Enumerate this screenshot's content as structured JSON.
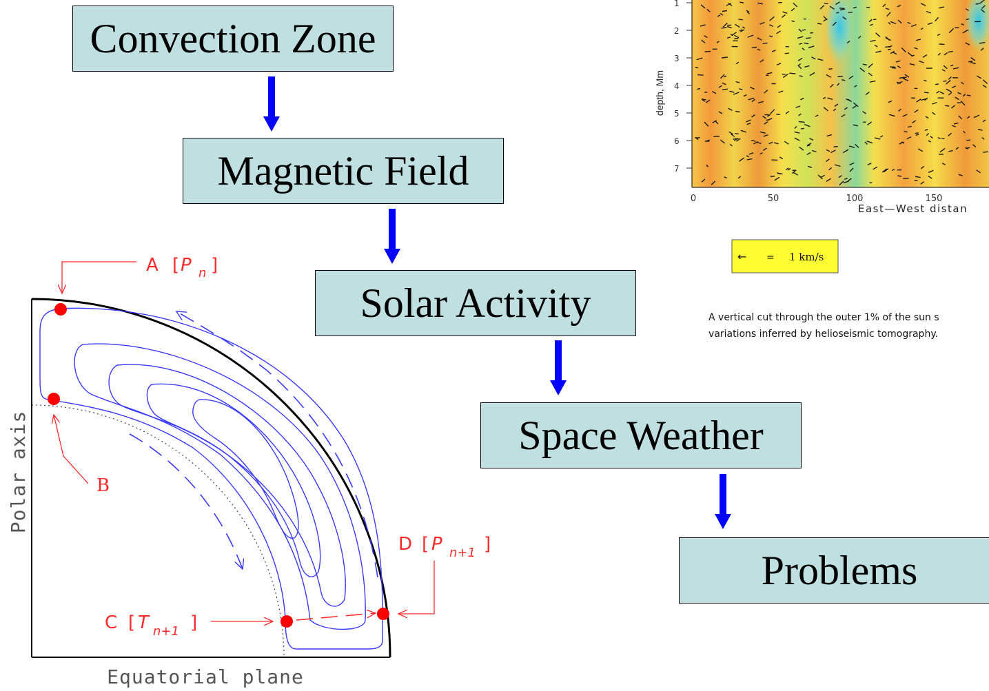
{
  "flow": {
    "boxes": [
      "Convection Zone",
      "Magnetic Field",
      "Solar Activity",
      "Space Weather",
      "Problems"
    ]
  },
  "meridional_diagram": {
    "x_label": "Equatorial plane",
    "y_label": "Polar axis",
    "points": [
      {
        "letter": "A",
        "tag": "P",
        "sub": "n"
      },
      {
        "letter": "B",
        "tag": "",
        "sub": ""
      },
      {
        "letter": "C",
        "tag": "T",
        "sub": "n+1"
      },
      {
        "letter": "D",
        "tag": "P",
        "sub": "n+1"
      }
    ],
    "colors": {
      "streamline": "#3a3aff",
      "point": "#ff0000",
      "label": "#ff2a2a",
      "border": "#000000"
    }
  },
  "tomography_panel": {
    "ylabel": "depth, Mm",
    "xlabel": "East—West distan",
    "y_ticks": [
      "1",
      "2",
      "3",
      "4",
      "5",
      "6",
      "7"
    ],
    "x_ticks": [
      "0",
      "50",
      "100",
      "150"
    ],
    "legend": {
      "arrow": "←",
      "equals": "=",
      "value": "1 km/s"
    },
    "caption_line1": "A vertical cut through the outer 1% of the sun s",
    "caption_line2": "variations inferred by helioseismic tomography."
  },
  "colors": {
    "box_fill": "#bfdfe0",
    "arrow": "#0000ff",
    "legend_fill": "#ffff33"
  }
}
